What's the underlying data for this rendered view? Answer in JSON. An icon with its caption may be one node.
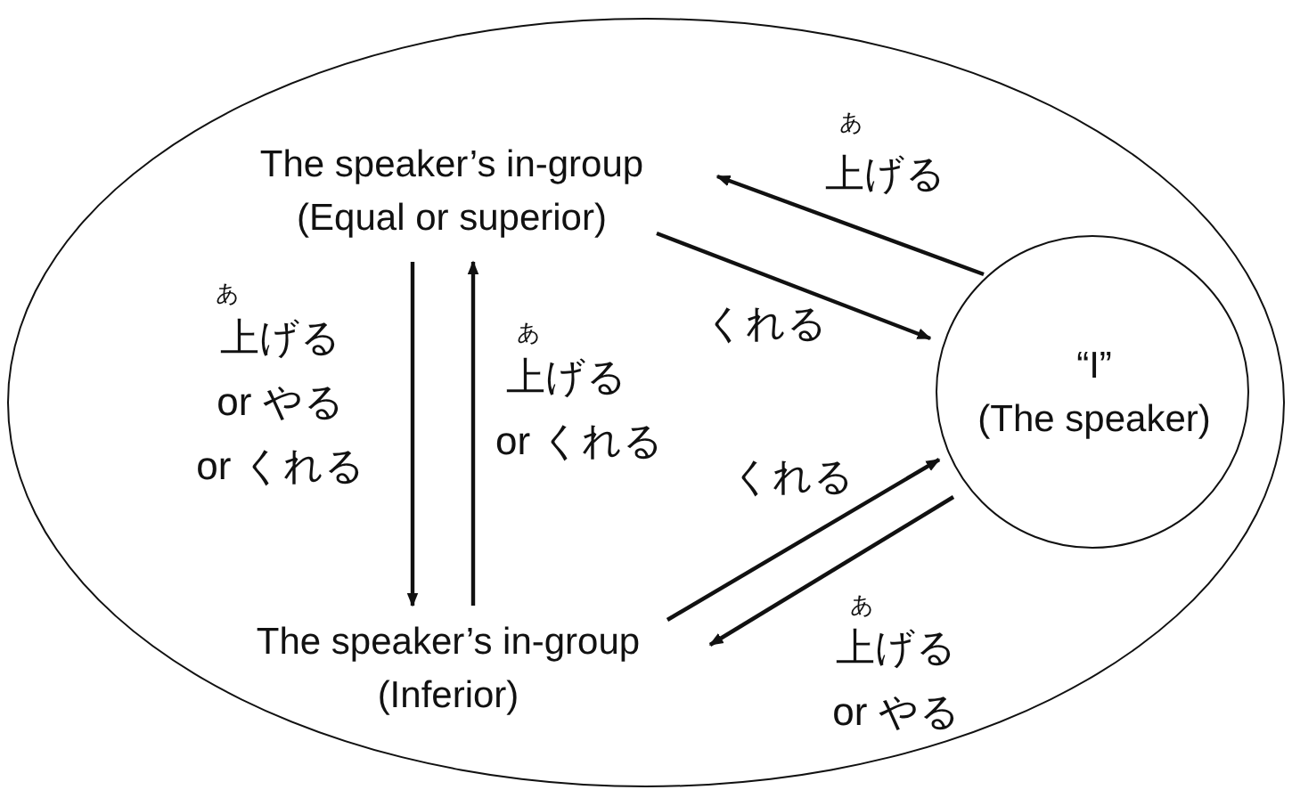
{
  "diagram": {
    "nodes": [
      {
        "text": [],
        "shape": "ellipse"
      },
      {
        "text": [
          "The speaker’s in-group",
          "(Equal or superior)"
        ],
        "in": 0
      },
      {
        "text": [
          "“I”",
          "(The speaker)"
        ],
        "in": 0
      },
      {
        "text": [
          "The speaker’s in-group",
          "(Inferior)"
        ],
        "in": 0
      }
    ],
    "edges": [
      {
        "from": 2,
        "to": 1,
        "arrow": "to",
        "label": "上げる"
      },
      {
        "from": 1,
        "to": 2,
        "arrow": "to",
        "label": "くれる"
      },
      {
        "from": 1,
        "to": 3,
        "arrow": "to",
        "label": "上げる or やる or くれる"
      },
      {
        "from": 3,
        "to": 1,
        "arrow": "to",
        "label": "上げる or くれる"
      },
      {
        "from": 3,
        "to": 2,
        "arrow": "to",
        "label": "くれる"
      },
      {
        "from": 2,
        "to": 3,
        "arrow": "to",
        "label": "上げる or やる"
      }
    ],
    "labels": [
      "あ",
      "あ",
      "あ",
      "あ"
    ]
  }
}
